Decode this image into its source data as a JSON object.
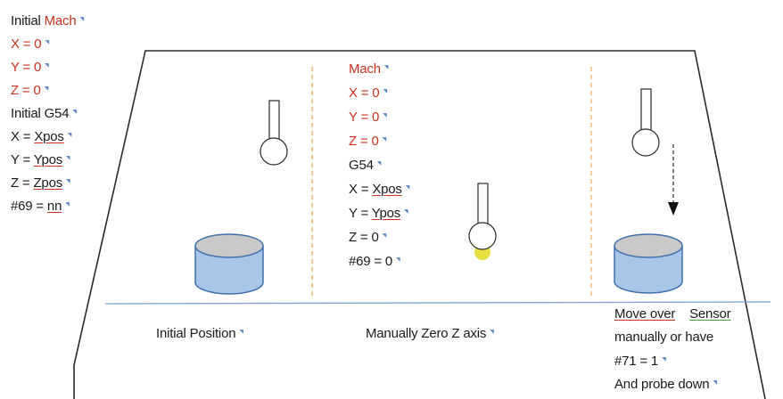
{
  "colors": {
    "outline": "#2a2a2a",
    "divider": "#f0b060",
    "baseline": "#7a9fd0",
    "cylinder_top": "#c9c9c9",
    "cylinder_body": "#a9c6e8",
    "cylinder_stroke": "#3f6fae",
    "contact_dot": "#e8e040",
    "red_text": "#c8321e"
  },
  "left_labels": {
    "initial_mach_prefix": "Initial ",
    "initial_mach_word": "Mach",
    "mach_x": "X = 0",
    "mach_y": "Y = 0",
    "mach_z": "Z = 0",
    "initial_g54": "Initial G54",
    "g54_x_prefix": "X = ",
    "g54_x_val": "Xpos",
    "g54_y_prefix": "Y = ",
    "g54_y_val": "Ypos",
    "g54_z_prefix": "Z = ",
    "g54_z_val": "Zpos",
    "var69_prefix": "#69 = ",
    "var69_val": "nn"
  },
  "middle_labels": {
    "mach": "Mach",
    "mach_x": "X = 0",
    "mach_y": "Y = 0",
    "mach_z": "Z = 0",
    "g54": "G54",
    "g54_x_prefix": "X = ",
    "g54_x_val": "Xpos",
    "g54_y_prefix": "Y = ",
    "g54_y_val": "Ypos",
    "g54_z": "Z = 0",
    "var69": "#69 = 0"
  },
  "captions": {
    "initial_position": "Initial Position",
    "manually_zero_z": "Manually Zero Z axis",
    "right_line1_word1": "Move over",
    "right_line1_word2": "Sensor",
    "right_line2": "manually or have",
    "right_line3": "#71 = 1",
    "right_line4": "And probe down"
  }
}
